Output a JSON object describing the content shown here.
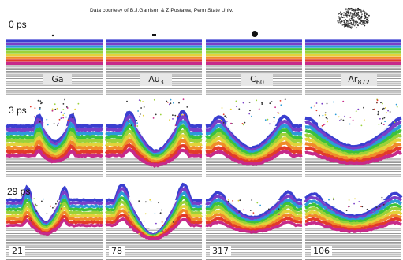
{
  "credit": "Data courtesy of B.J.Garrison & Z.Postawa, Penn State Univ.",
  "rows": [
    {
      "time": "0 ps"
    },
    {
      "time": "3 ps"
    },
    {
      "time": "29 ps"
    }
  ],
  "columns": [
    {
      "projectile": "Ga",
      "yield": "21"
    },
    {
      "projectile": "Au",
      "projectile_sub": "3",
      "yield": "78"
    },
    {
      "projectile": "C",
      "projectile_sub": "60",
      "yield": "317"
    },
    {
      "projectile": "Ar",
      "projectile_sub": "872",
      "yield": "106"
    }
  ],
  "layer_colors": [
    "#3a3fd0",
    "#7a3fc8",
    "#2b9bd8",
    "#3cc23c",
    "#9ad23a",
    "#e3d23a",
    "#f08a2a",
    "#e23a2a",
    "#c72a8a"
  ]
}
